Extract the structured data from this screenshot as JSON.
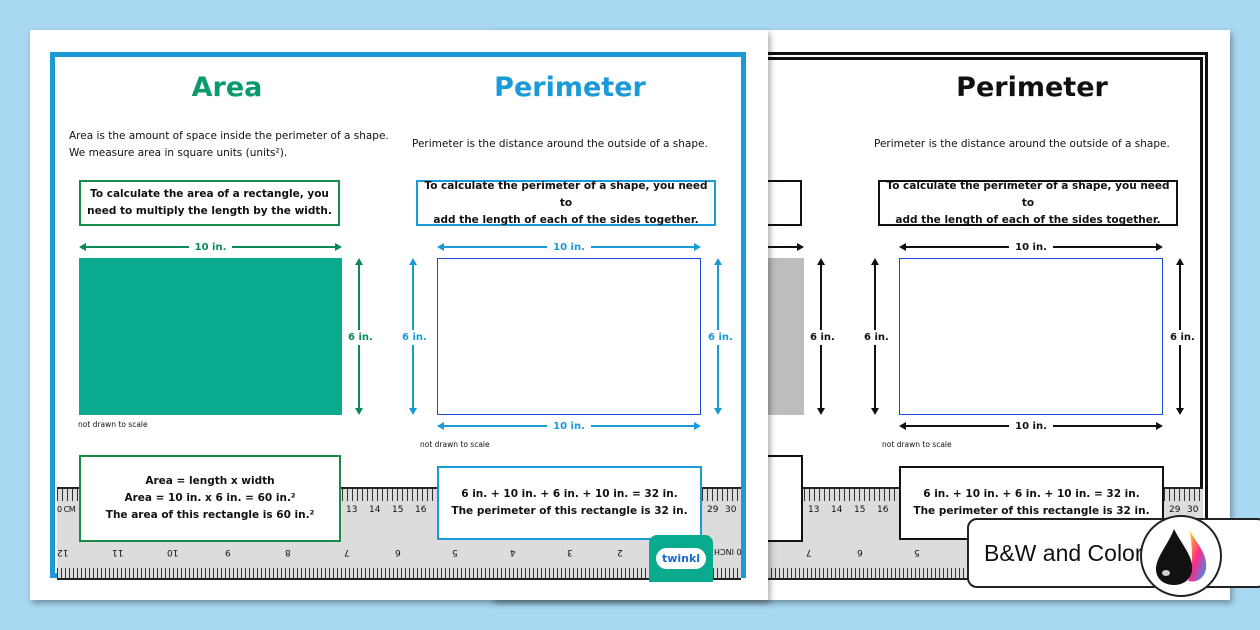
{
  "area": {
    "title": "Area",
    "description": [
      "Area is the amount of space inside the perimeter of a shape.",
      "We measure area in square units (units²)."
    ],
    "rule": [
      "To calculate the area of a rectangle, you",
      "need to multiply the length by the width."
    ],
    "length_label": "10 in.",
    "width_label": "6 in.",
    "note": "not drawn to scale",
    "formula": [
      "Area = length x width",
      "Area = 10 in. x 6 in. = 60 in.²",
      "The area of this rectangle is 60 in.²"
    ],
    "fill_color": "#0aaa8f"
  },
  "perimeter": {
    "title": "Perimeter",
    "description": "Perimeter is the distance around the outside of a shape.",
    "rule": [
      "To calculate the perimeter of a shape, you need to",
      "add the length of each of the sides together."
    ],
    "top_label": "10 in.",
    "bottom_label": "10 in.",
    "left_label": "6 in.",
    "right_label": "6 in.",
    "note": "not drawn to scale",
    "formula": [
      "6 in. + 10 in. + 6 in. + 10 in. = 32 in.",
      "The perimeter of this rectangle is 32 in."
    ]
  },
  "ruler": {
    "cm_start": "0 CM",
    "cm_numbers": [
      "13",
      "14",
      "15",
      "16",
      "29",
      "30"
    ],
    "inch_numbers": [
      "12",
      "11",
      "10",
      "9",
      "8",
      "7",
      "6",
      "5",
      "4",
      "3",
      "2",
      "0 INCH"
    ]
  },
  "logo": "twinkl",
  "badge": {
    "label": "B&W and Color",
    "icon": "ink-drops-icon"
  },
  "colors": {
    "background": "#a9d8f3",
    "area_green": "#0a9a6e",
    "perimeter_blue": "#1a9ad6"
  }
}
